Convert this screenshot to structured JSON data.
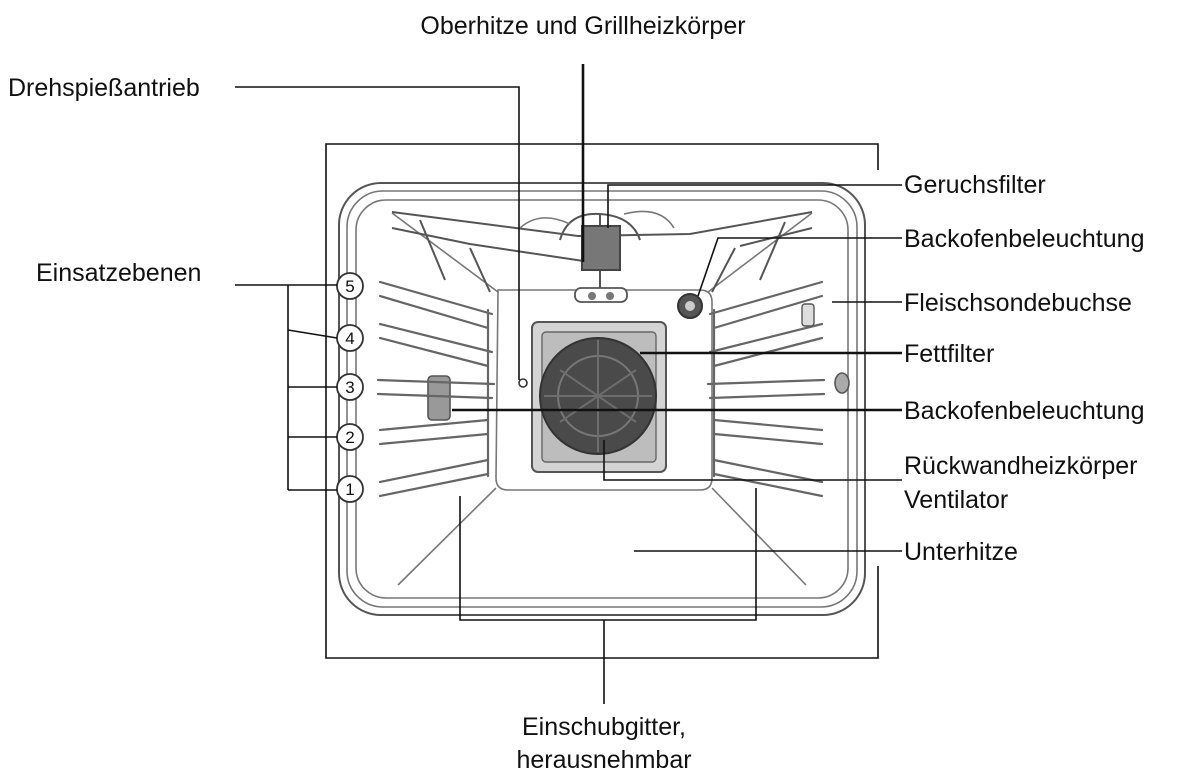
{
  "labels": {
    "top_heater": "Oberhitze und Grillheizkörper",
    "rotisserie_drive": "Drehspießantrieb",
    "shelf_levels": "Einsatzebenen",
    "odour_filter": "Geruchsfilter",
    "oven_light_top": "Backofenbeleuchtung",
    "meat_probe_socket": "Fleischsondebuchse",
    "grease_filter": "Fettfilter",
    "oven_light_side": "Backofenbeleuchtung",
    "rear_heater": "Rückwandheizkörper",
    "fan": "Ventilator",
    "bottom_heater": "Unterhitze",
    "side_racks_line1": "Einschubgitter,",
    "side_racks_line2": "herausnehmbar"
  },
  "shelf_numbers": [
    "5",
    "4",
    "3",
    "2",
    "1"
  ]
}
